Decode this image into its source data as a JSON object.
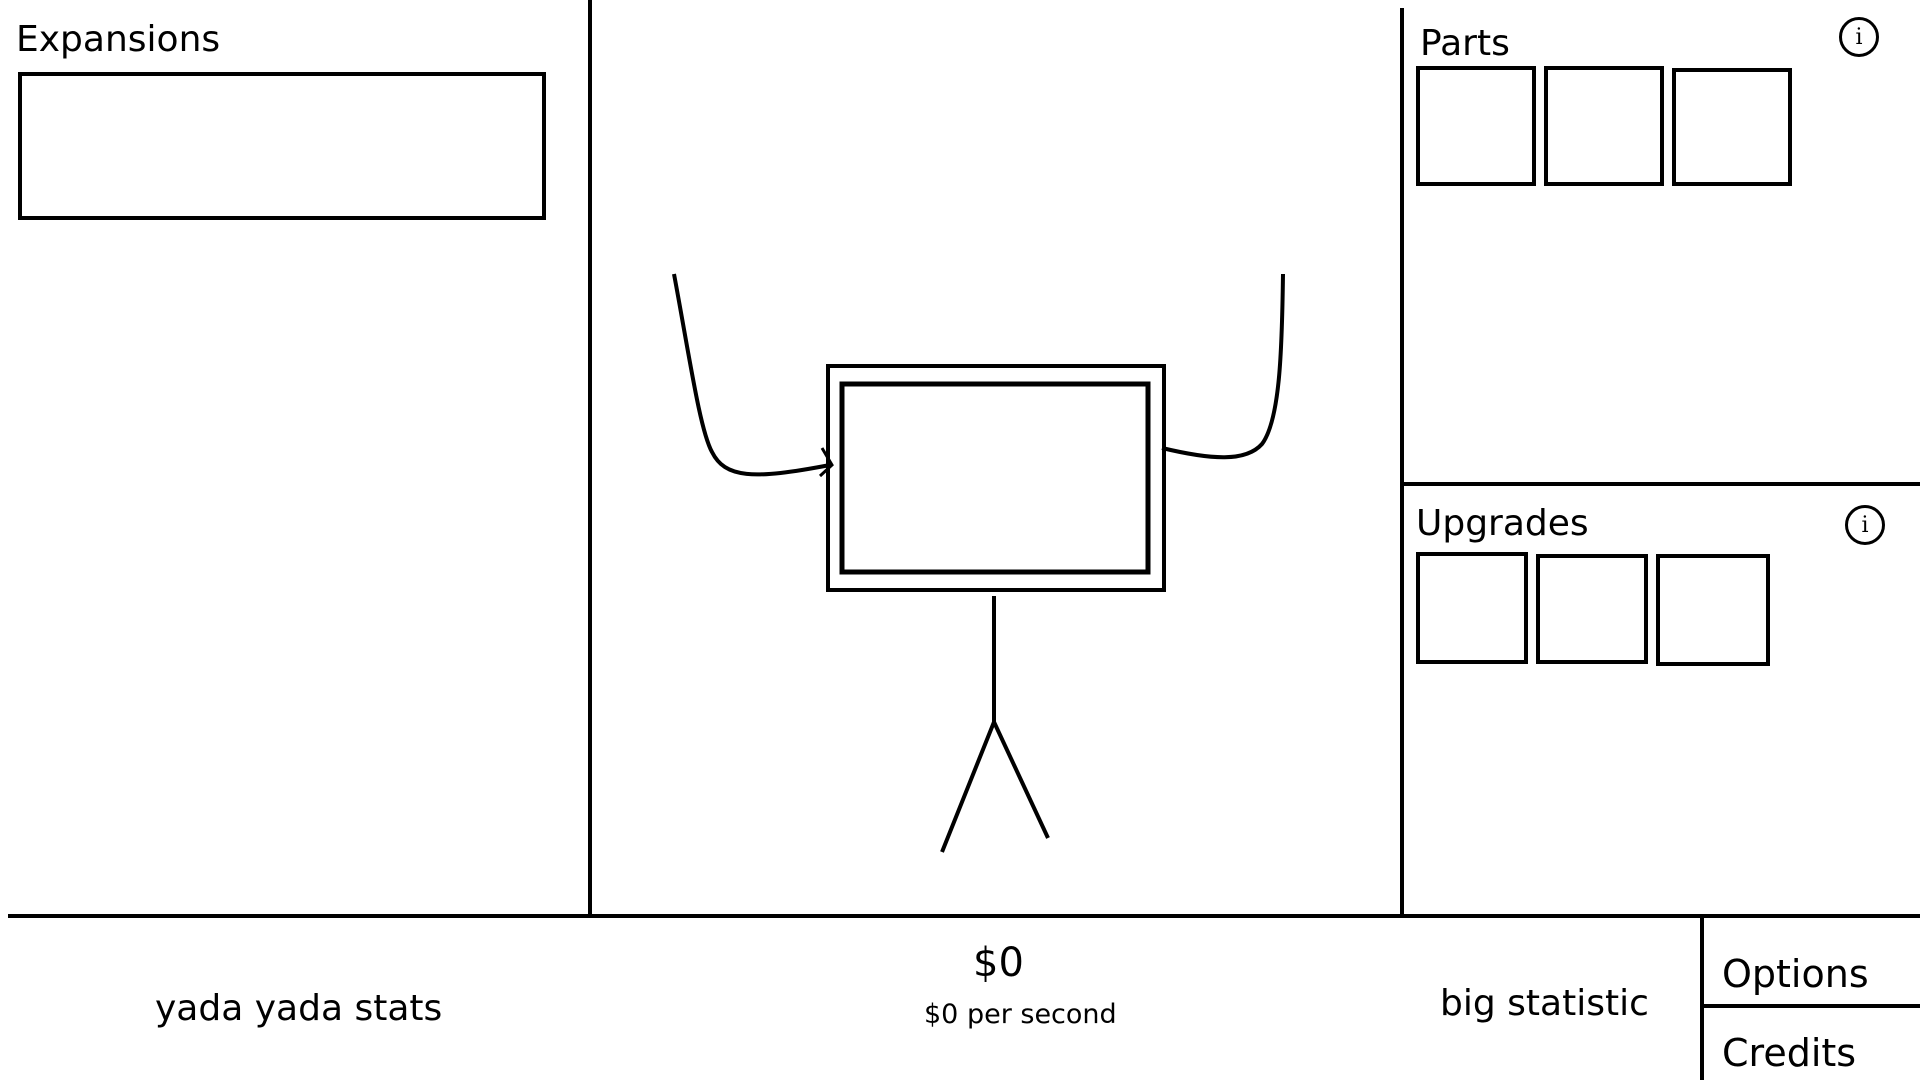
{
  "expansions": {
    "title": "Expansions"
  },
  "parts": {
    "title": "Parts",
    "info_symbol": "i",
    "slots": [
      "",
      "",
      ""
    ]
  },
  "upgrades": {
    "title": "Upgrades",
    "info_symbol": "i",
    "slots": [
      "",
      "",
      ""
    ]
  },
  "footer": {
    "stats": "yada yada stats",
    "money": "$0",
    "money_rate": "$0 per second",
    "big_statistic": "big statistic"
  },
  "menu": {
    "options": "Options",
    "credits": "Credits"
  },
  "character": {
    "icon": "screen-robot-icon"
  }
}
